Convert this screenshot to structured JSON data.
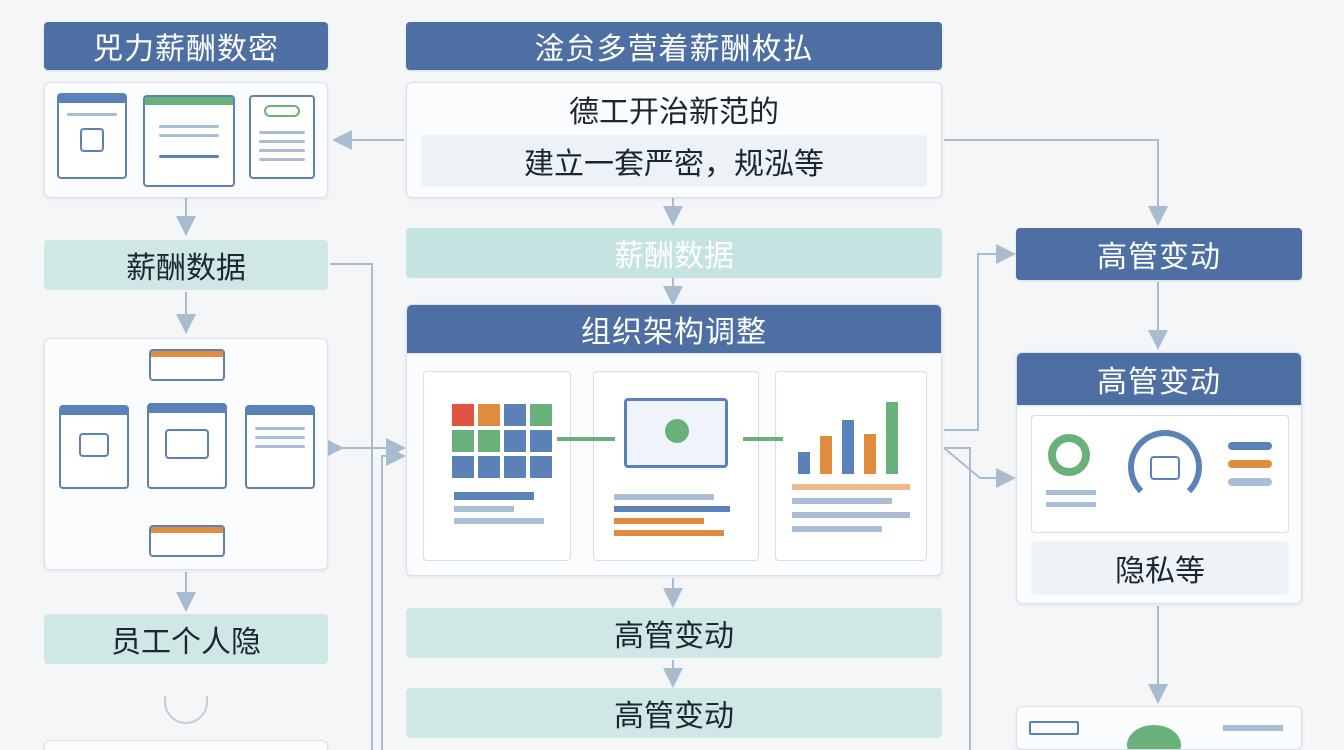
{
  "colors": {
    "header_blue": "#4e6fa3",
    "teal": "#cfe7e5",
    "connector": "#a7bccf",
    "green": "#6ab07a",
    "orange": "#e08c3f"
  },
  "left": {
    "header": "兕力薪酬数密",
    "box1": "薪酬数据",
    "box2": "员工个人隐"
  },
  "center": {
    "header": "淦贠多营着薪酬枚払",
    "intro_line1": "德工开治新范的",
    "intro_line2": "建立一套严密，规泓等",
    "box_data": "薪酬数据",
    "org_header": "组织架构调整",
    "box_exec1": "高管变动",
    "box_exec2": "高管变动"
  },
  "right": {
    "box_exec1": "高管变动",
    "box_exec2_header": "高管变动",
    "privacy_label": "隐私等"
  },
  "icons": [
    "document-icon",
    "lock-icon",
    "monitor-icon",
    "bar-chart-icon",
    "gauge-icon",
    "wrench-icon"
  ]
}
